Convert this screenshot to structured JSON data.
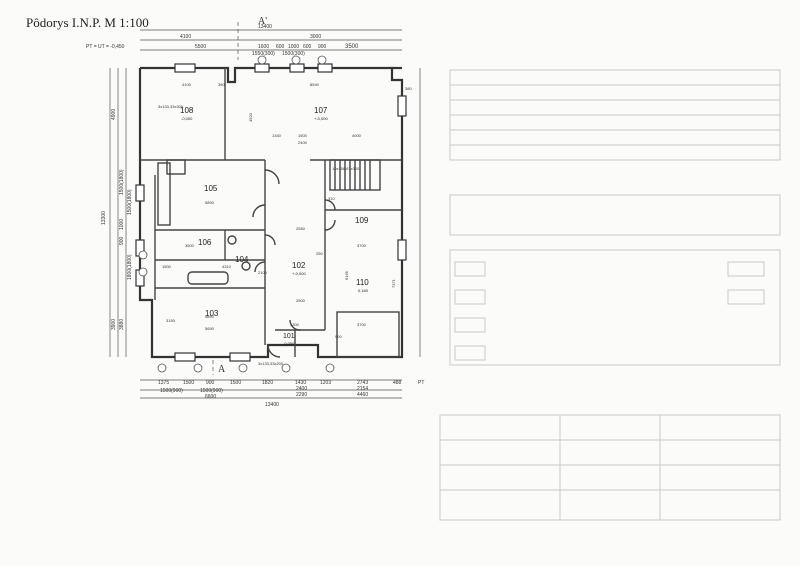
{
  "title": "Pôdorys I.N.P.   M 1:100",
  "section_marks": [
    "A'",
    "A"
  ],
  "levels": {
    "terrain": "PT = UT = -0,450",
    "terrain_right": "PT"
  },
  "rooms": [
    {
      "id": "108",
      "level": "-0,000"
    },
    {
      "id": "107",
      "level": "+-0,000"
    },
    {
      "id": "105",
      "level": ""
    },
    {
      "id": "106",
      "level": ""
    },
    {
      "id": "104",
      "level": ""
    },
    {
      "id": "109",
      "level": ""
    },
    {
      "id": "102",
      "level": "+-0,000"
    },
    {
      "id": "110",
      "level": "0,180"
    },
    {
      "id": "103",
      "level": ""
    },
    {
      "id": "101",
      "level": "-0,050"
    }
  ],
  "dims_top": {
    "overall": "13400",
    "a": "4100",
    "b": "5500",
    "c": "3000",
    "d": "1600",
    "e": "600",
    "f": "1000",
    "g": "600",
    "h": "900",
    "i": "3500",
    "j": "1550(300)",
    "k": "1500(300)"
  },
  "dims_bottom": {
    "a": "1375",
    "b": "1500",
    "c": "900",
    "d": "1500",
    "e": "1820",
    "f": "1430",
    "g": "1203",
    "h": "2743",
    "i": "488",
    "j": "1500(900)",
    "k": "1500(900)",
    "l": "2400",
    "m": "2154",
    "n": "2290",
    "o": "4460",
    "p": "6600",
    "q": "13400"
  },
  "dims_left": {
    "overall": "13300",
    "a": "4900",
    "b": "3900",
    "c": "1500(1800)",
    "d": "1500(1800)",
    "e": "1000",
    "f": "900",
    "g": "1800(1800)",
    "h": "3880"
  },
  "inner_dims": [
    "4100",
    "8540",
    "380",
    "4520",
    "4000",
    "1340",
    "1500",
    "2400",
    "5890",
    "380",
    "5690",
    "3500",
    "4310",
    "1500",
    "3700",
    "6165",
    "7371",
    "3150",
    "5890",
    "2100",
    "2550",
    "2500",
    "250",
    "310",
    "3700",
    "900",
    "1300",
    "3x133,33x300",
    "3x133,33x200",
    "10x158,67x300"
  ]
}
